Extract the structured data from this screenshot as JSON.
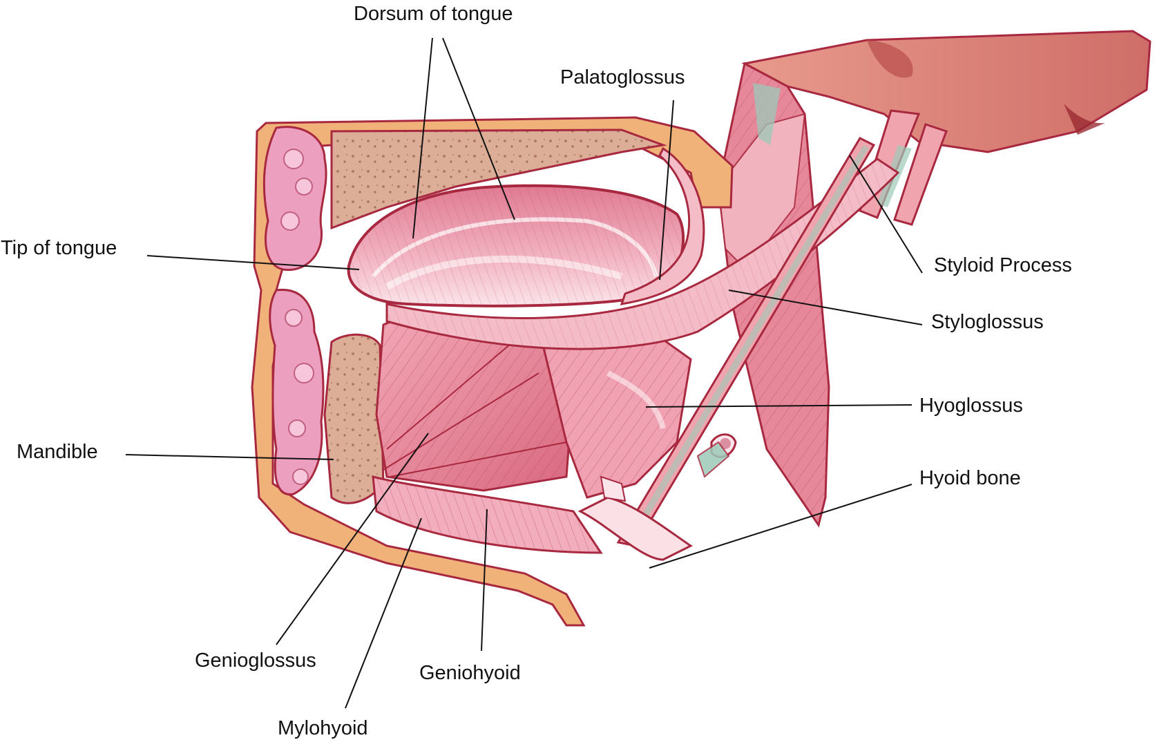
{
  "labels": {
    "dorsum": "Dorsum of tongue",
    "palatoglossus": "Palatoglossus",
    "tip": "Tip of tongue",
    "styloid": "Styloid Process",
    "styloglossus": "Styloglossus",
    "hyoglossus": "Hyoglossus",
    "mandible": "Mandible",
    "hyoid": "Hyoid bone",
    "genioglossus": "Genioglossus",
    "geniohyoid": "Geniohyoid",
    "mylohyoid": "Mylohyoid"
  },
  "colors": {
    "muscle": "#e8899b",
    "muscle_light": "#f4bcc6",
    "muscle_dark": "#c4566e",
    "outline": "#a8283f",
    "bone": "#dcae98",
    "bone_dots": "#b07b62",
    "fat": "#f1b27a",
    "gland": "#ec9fbf",
    "tendon": "#9cc9b8",
    "skull": "#d97e76"
  }
}
